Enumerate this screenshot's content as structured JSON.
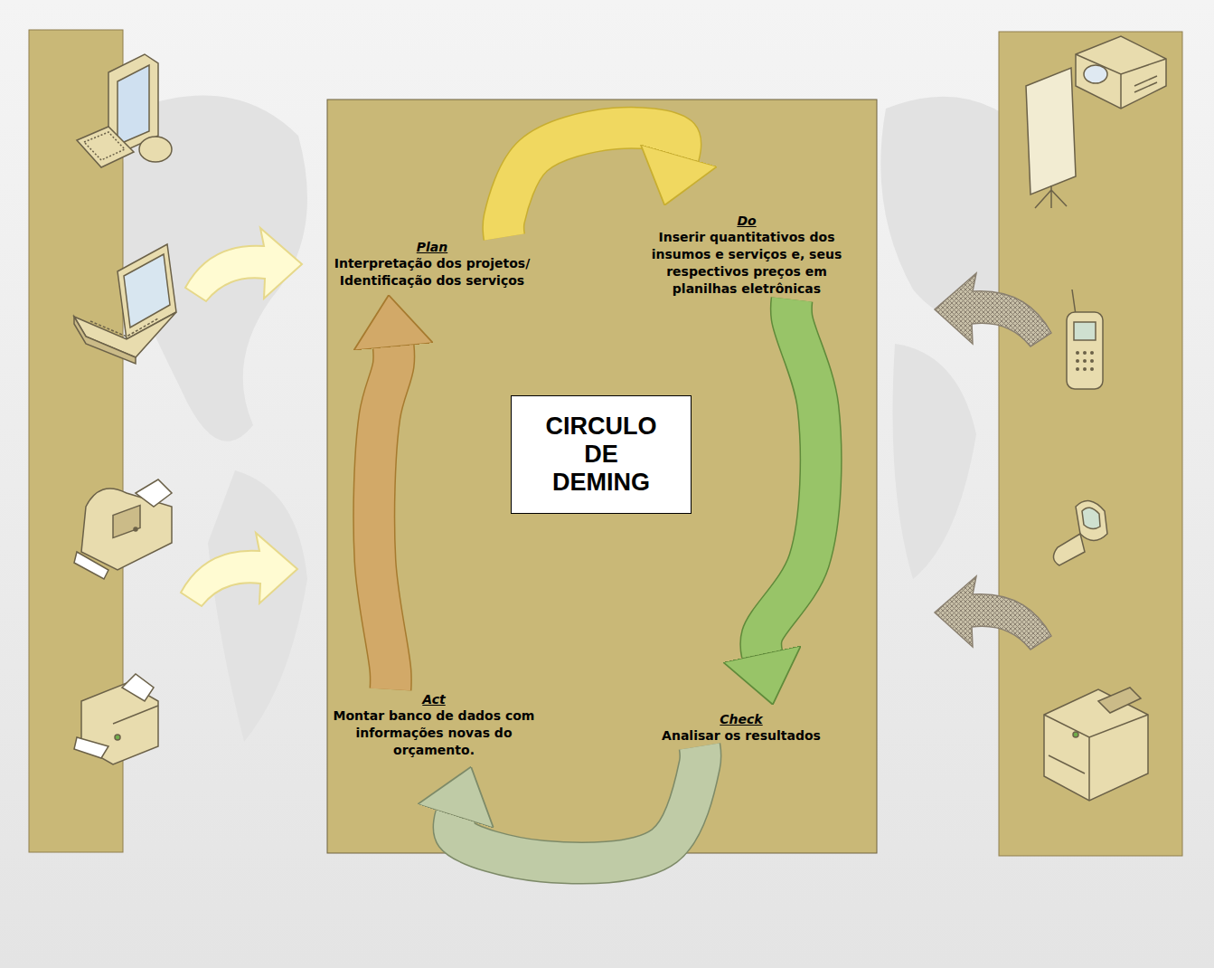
{
  "diagram": {
    "nodes": [
      {
        "text": [
          "Plan",
          "Interpretação dos projetos/ Identificação dos serviços"
        ]
      },
      {
        "text": [
          "Do",
          "Inserir quantitativos dos insumos e serviços e, seus respectivos preços em planilhas eletrônicas"
        ]
      },
      {
        "text": [
          "CIRCULO DE DEMING"
        ]
      },
      {
        "text": [
          "Act",
          "Montar banco de dados com informações novas do orçamento."
        ]
      },
      {
        "text": [
          "Check",
          "Analisar os resultados"
        ]
      }
    ],
    "edges": [
      {
        "from": 0,
        "to": 1,
        "arrow": "to"
      },
      {
        "from": 1,
        "to": 4,
        "arrow": "to"
      },
      {
        "from": 4,
        "to": 3,
        "arrow": "to"
      },
      {
        "from": 3,
        "to": 0,
        "arrow": "to"
      }
    ]
  }
}
